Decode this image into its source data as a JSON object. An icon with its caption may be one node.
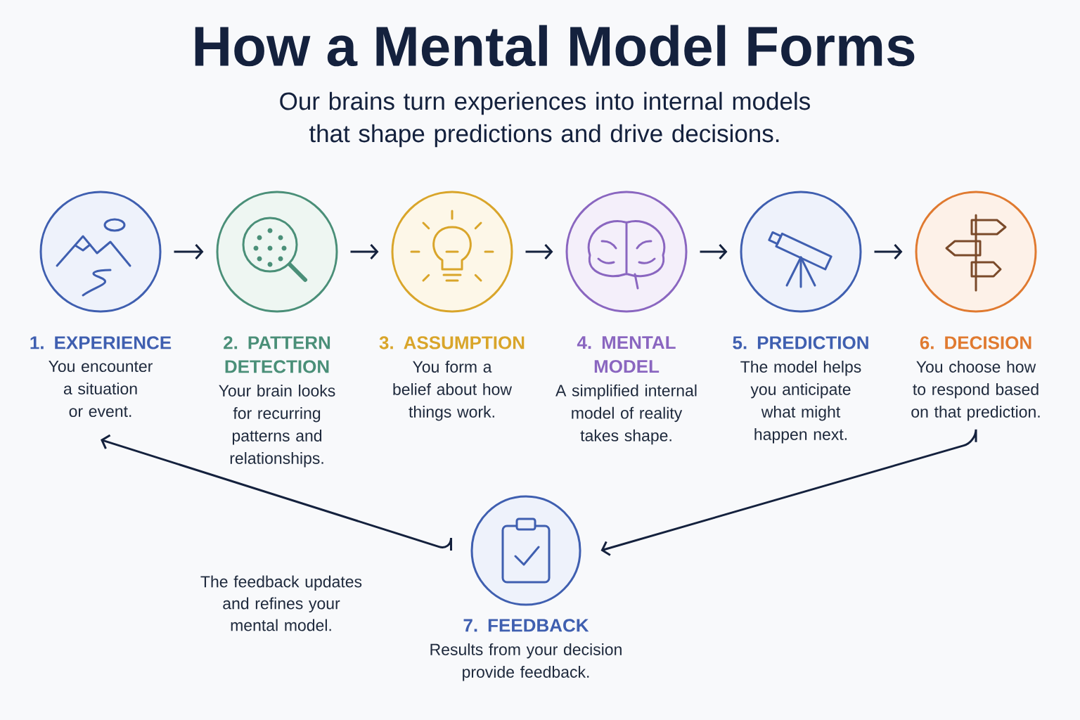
{
  "diagram": {
    "title": "How a Mental Model Forms",
    "nodes": [
      {
        "text": [
          "1. EXPERIENCE",
          "You encounter a situation or event."
        ]
      },
      {
        "text": [
          "2. PATTERN DETECTION",
          "Your brain looks for recurring patterns and relationships."
        ]
      },
      {
        "text": [
          "3. ASSUMPTION",
          "You form a belief about how things work."
        ]
      },
      {
        "text": [
          "4. MENTAL MODEL",
          "A simplified internal model of reality takes shape."
        ]
      },
      {
        "text": [
          "5. PREDICTION",
          "The model helps you anticipate what might happen next."
        ]
      },
      {
        "text": [
          "6. DECISION",
          "You choose how to respond based on that prediction."
        ]
      },
      {
        "text": [
          "7. FEEDBACK",
          "Results from your decision provide feedback."
        ]
      }
    ],
    "edges": [
      {
        "from": 0,
        "to": 1,
        "arrow": "to"
      },
      {
        "from": 1,
        "to": 2,
        "arrow": "to"
      },
      {
        "from": 2,
        "to": 3,
        "arrow": "to"
      },
      {
        "from": 3,
        "to": 4,
        "arrow": "to"
      },
      {
        "from": 4,
        "to": 5,
        "arrow": "to"
      },
      {
        "from": 5,
        "to": 6,
        "arrow": "to"
      },
      {
        "from": 6,
        "to": 0,
        "arrow": "to",
        "label": "The feedback updates and refines your mental model."
      }
    ],
    "labels": [
      "Our brains turn experiences into internal models that shape predictions and drive decisions."
    ]
  }
}
